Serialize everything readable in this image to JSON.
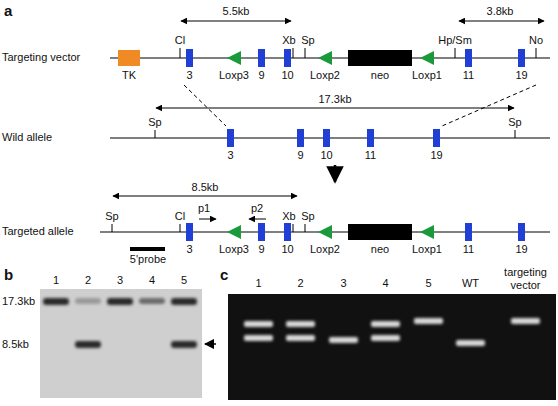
{
  "diagram": {
    "labels": [
      "a",
      "5.5kb",
      "3.8kb",
      "Cl",
      "Xb",
      "Sp",
      "Hp/Sm",
      "No",
      "Targeting vector",
      "TK",
      "3",
      "Loxp3",
      "9",
      "10",
      "Loxp2",
      "neo",
      "Loxp1",
      "11",
      "19",
      "17.3kb",
      "Sp",
      "Sp",
      "Wild allele",
      "3",
      "9",
      "10",
      "11",
      "19",
      "8.5kb",
      "Sp",
      "Cl",
      "p1",
      "p2",
      "Xb",
      "Sp",
      "Targeted allele",
      "5'probe",
      "3",
      "Loxp3",
      "9",
      "10",
      "Loxp2",
      "neo",
      "Loxp1",
      "11",
      "19",
      "b",
      "1",
      "2",
      "3",
      "4",
      "5",
      "17.3kb",
      "8.5kb",
      "c",
      "1",
      "2",
      "3",
      "4",
      "5",
      "WT",
      "targeting vector"
    ]
  }
}
